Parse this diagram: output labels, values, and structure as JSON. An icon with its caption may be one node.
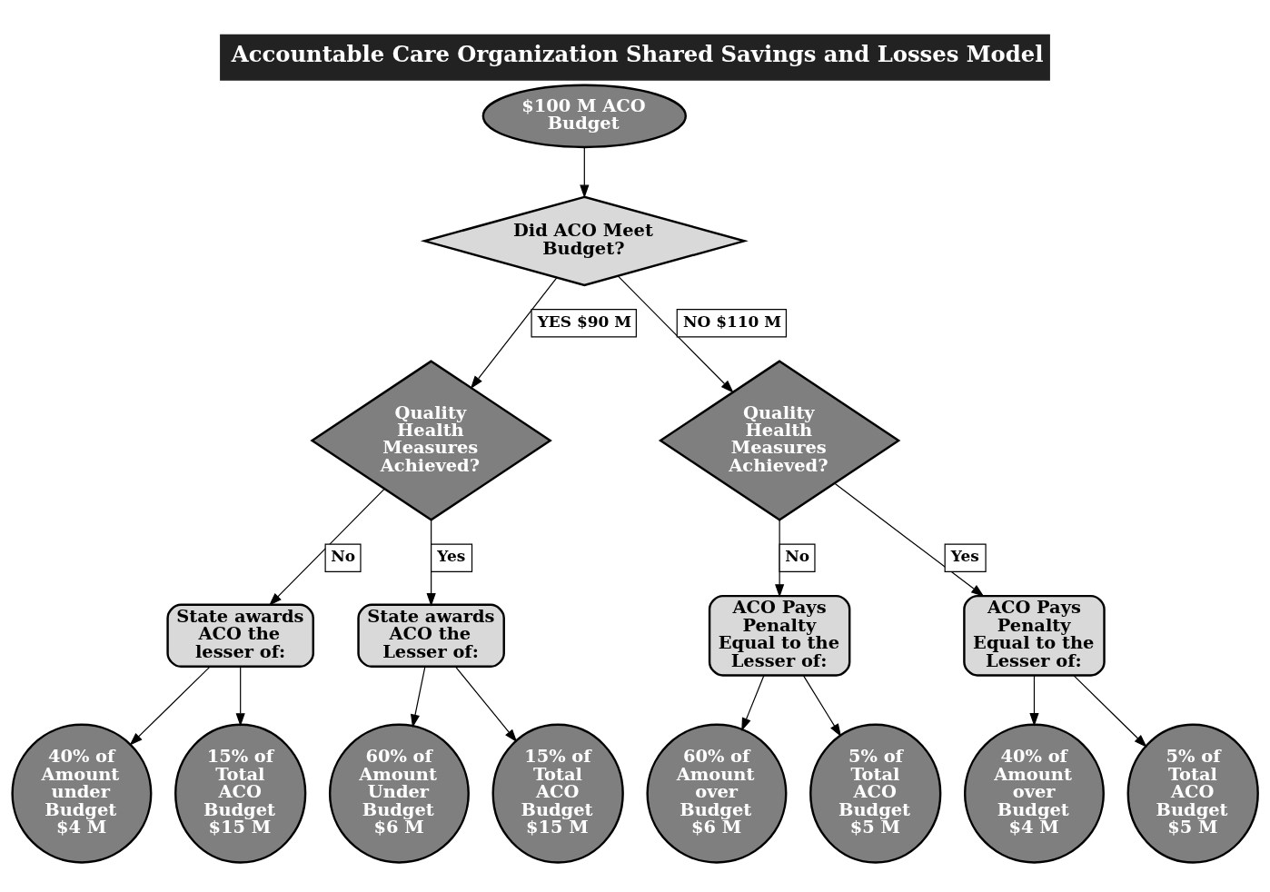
{
  "diagram": {
    "title": "Accountable Care Organization Shared Savings and Losses Model",
    "nodes": [
      {
        "text": [
          "$100 M ACO Budget"
        ]
      },
      {
        "text": [
          "Did ACO Meet Budget?"
        ]
      },
      {
        "text": [
          "Quality Health Measures Achieved?"
        ]
      },
      {
        "text": [
          "Quality Health Measures Achieved?"
        ]
      },
      {
        "text": [
          "State awards ACO the lesser of:"
        ]
      },
      {
        "text": [
          "State awards ACO the Lesser of:"
        ]
      },
      {
        "text": [
          "ACO Pays Penalty Equal to the Lesser of:"
        ]
      },
      {
        "text": [
          "ACO Pays Penalty Equal to the Lesser of:"
        ]
      },
      {
        "text": [
          "40% of Amount under Budget $4 M"
        ]
      },
      {
        "text": [
          "15% of Total ACO Budget $15 M"
        ]
      },
      {
        "text": [
          "60% of Amount Under Budget $6 M"
        ]
      },
      {
        "text": [
          "15% of Total ACO Budget $15 M"
        ]
      },
      {
        "text": [
          "60% of Amount over Budget $6 M"
        ]
      },
      {
        "text": [
          "5% of Total ACO Budget $5 M"
        ]
      },
      {
        "text": [
          "40% of Amount over Budget $4 M"
        ]
      },
      {
        "text": [
          "5% of Total ACO Budget $5 M"
        ]
      }
    ],
    "edges": [
      {
        "from": 0,
        "to": 1,
        "arrow": "to"
      },
      {
        "from": 1,
        "to": 2,
        "arrow": "to",
        "label": "YES $90 M"
      },
      {
        "from": 1,
        "to": 3,
        "arrow": "to",
        "label": "NO $110 M"
      },
      {
        "from": 2,
        "to": 4,
        "arrow": "to",
        "label": "No"
      },
      {
        "from": 2,
        "to": 5,
        "arrow": "to",
        "label": "Yes"
      },
      {
        "from": 3,
        "to": 6,
        "arrow": "to",
        "label": "No"
      },
      {
        "from": 3,
        "to": 7,
        "arrow": "to",
        "label": "Yes"
      },
      {
        "from": 4,
        "to": 8,
        "arrow": "to"
      },
      {
        "from": 4,
        "to": 9,
        "arrow": "to"
      },
      {
        "from": 5,
        "to": 10,
        "arrow": "to"
      },
      {
        "from": 5,
        "to": 11,
        "arrow": "to"
      },
      {
        "from": 6,
        "to": 12,
        "arrow": "to"
      },
      {
        "from": 6,
        "to": 13,
        "arrow": "to"
      },
      {
        "from": 7,
        "to": 14,
        "arrow": "to"
      },
      {
        "from": 7,
        "to": 15,
        "arrow": "to"
      }
    ]
  }
}
